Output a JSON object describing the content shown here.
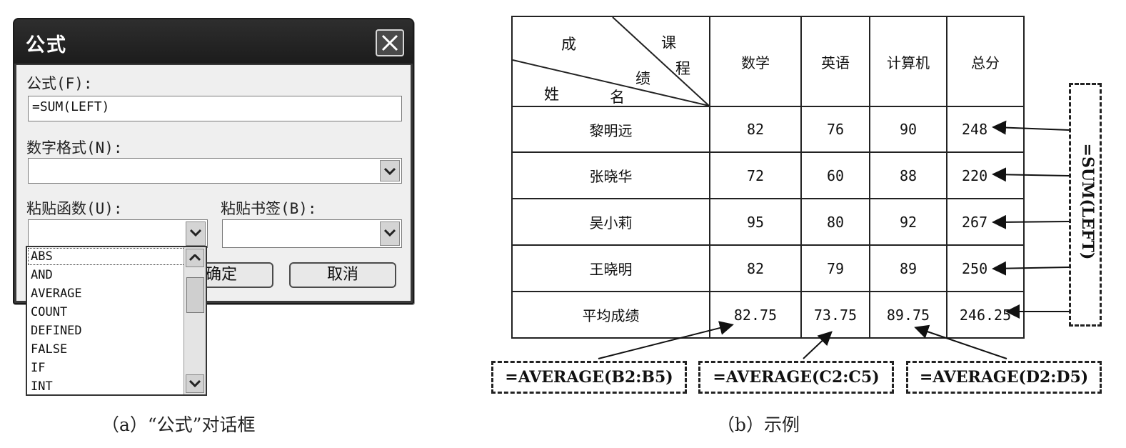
{
  "dialog": {
    "title": "公式",
    "formula_label": "公式(F):",
    "formula_value": "=SUM(LEFT)",
    "number_format_label": "数字格式(N):",
    "number_format_value": "",
    "paste_function_label": "粘贴函数(U):",
    "paste_bookmark_label": "粘贴书签(B):",
    "ok_label": "确定",
    "ok_label_visible": "角定",
    "cancel_label": "取消",
    "function_list": [
      "ABS",
      "AND",
      "AVERAGE",
      "COUNT",
      "DEFINED",
      "FALSE",
      "IF",
      "INT"
    ]
  },
  "caption_a": "（a）“公式”对话框",
  "caption_b": "（b）示例",
  "table": {
    "corner": {
      "course": "课",
      "course2": "程",
      "score": "成",
      "score2": "绩",
      "name": "姓",
      "name2": "名"
    },
    "headers": [
      "数学",
      "英语",
      "计算机",
      "总分"
    ],
    "rows": [
      {
        "name": "黎明远",
        "values": [
          "82",
          "76",
          "90",
          "248"
        ]
      },
      {
        "name": "张晓华",
        "values": [
          "72",
          "60",
          "88",
          "220"
        ]
      },
      {
        "name": "吴小莉",
        "values": [
          "95",
          "80",
          "92",
          "267"
        ]
      },
      {
        "name": "王晓明",
        "values": [
          "82",
          "79",
          "89",
          "250"
        ]
      },
      {
        "name": "平均成绩",
        "values": [
          "82.75",
          "73.75",
          "89.75",
          "246.25"
        ]
      }
    ]
  },
  "annotations": {
    "avg_b": "=AVERAGE(B2:B5)",
    "avg_c": "=AVERAGE(C2:C5)",
    "avg_d": "=AVERAGE(D2:D5)",
    "sum_left": "=SUM(LEFT)"
  },
  "colors": {
    "dialog_frame": "#2a2a2a",
    "dialog_body": "#efefef",
    "ink": "#222222"
  }
}
